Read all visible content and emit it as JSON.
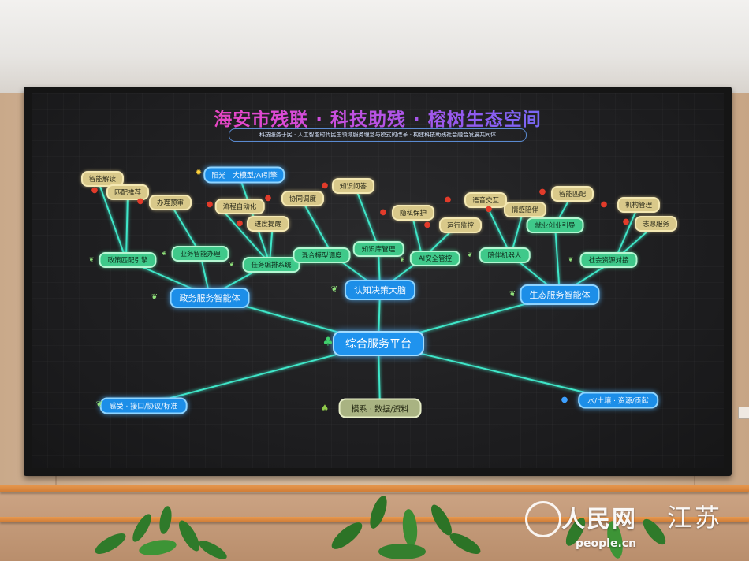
{
  "title": "海安市残联 · 科技助残 · 榕树生态空间",
  "subtitle": "科技服务于民 · 人工智能时代民生领域服务理念与模式的改革 · 构建科技助残社会融合发展共同体",
  "nodes": {
    "root": "综合服务平台",
    "gov": "政务服务智能体",
    "cog": "认知决策大脑",
    "eco": "生态服务智能体",
    "gov_policy": "政策匹配引擎",
    "gov_office": "业务智能办理",
    "gov_task": "任务编排系统",
    "cog_hybrid": "混合模型调度",
    "cog_kb": "知识库管理",
    "cog_ai": "AI安全管控",
    "eco_robot": "陪伴机器人",
    "eco_job": "就业创业引导",
    "eco_social": "社会资源对接",
    "leaf_smart_read": "智能解读",
    "leaf_match_rec": "匹配推荐",
    "leaf_remind": "办理预审",
    "leaf_sunshine": "阳光 · 大模型/AI引擎",
    "leaf_flow": "流程自动化",
    "leaf_collab": "协同调度",
    "leaf_progress": "进度提醒",
    "leaf_knowledge": "知识问答",
    "leaf_privacy": "隐私保护",
    "leaf_ops": "运行监控",
    "leaf_voice": "语音交互",
    "leaf_emotion": "情感陪伴",
    "leaf_smart_match": "智能匹配",
    "leaf_org": "机构管理",
    "leaf_volunteer": "志愿服务",
    "root_left": "感受 · 接口/协议/标准",
    "root_mid": "模系 · 数据/资料",
    "root_right": "水/土壤 · 资源/贡献"
  },
  "watermark": {
    "brand": "人民网",
    "region": "江苏",
    "url": "people.cn"
  },
  "colors": {
    "title_gradient_start": "#ff3b8a",
    "title_gradient_end": "#3c8dff",
    "link": "#3fe6c8",
    "node_blue": "#1c8ee8",
    "node_green": "#3fc98a",
    "node_gold": "#d9c98a",
    "rail": "#e89a50"
  },
  "icons": [
    "apple-icon",
    "leaf-icon",
    "sun-icon",
    "tree-icon",
    "sprout-icon",
    "water-drop-icon"
  ]
}
